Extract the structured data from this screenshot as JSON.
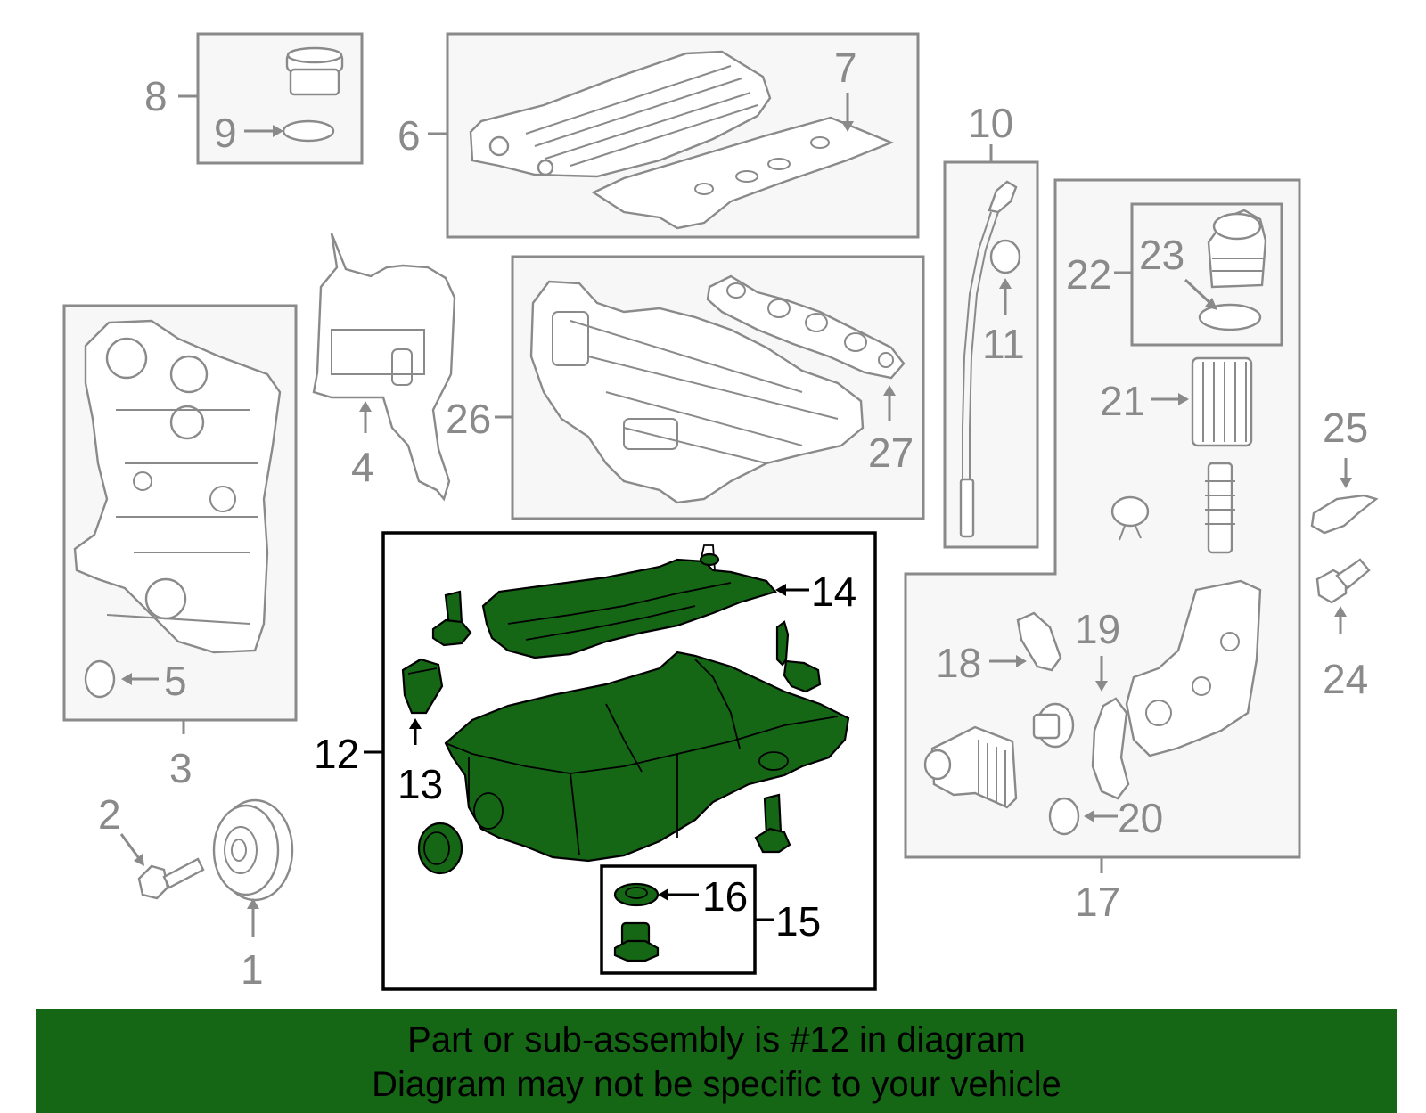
{
  "diagram": {
    "callouts": {
      "c1": "1",
      "c2": "2",
      "c3": "3",
      "c4": "4",
      "c5": "5",
      "c6": "6",
      "c7": "7",
      "c8": "8",
      "c9": "9",
      "c10": "10",
      "c11": "11",
      "c12": "12",
      "c13": "13",
      "c14": "14",
      "c15": "15",
      "c16": "16",
      "c17": "17",
      "c18": "18",
      "c19": "19",
      "c20": "20",
      "c21": "21",
      "c22": "22",
      "c23": "23",
      "c24": "24",
      "c25": "25",
      "c26": "26",
      "c27": "27"
    },
    "highlighted_part": "12",
    "colors": {
      "highlight": "#156615",
      "inactive_lines": "#8a8a8a",
      "active_lines": "#000000",
      "box_fill": "#f7f7f7"
    }
  },
  "banner": {
    "line1": "Part or sub-assembly is #12 in diagram",
    "line2": "Diagram may not be specific to your vehicle"
  }
}
